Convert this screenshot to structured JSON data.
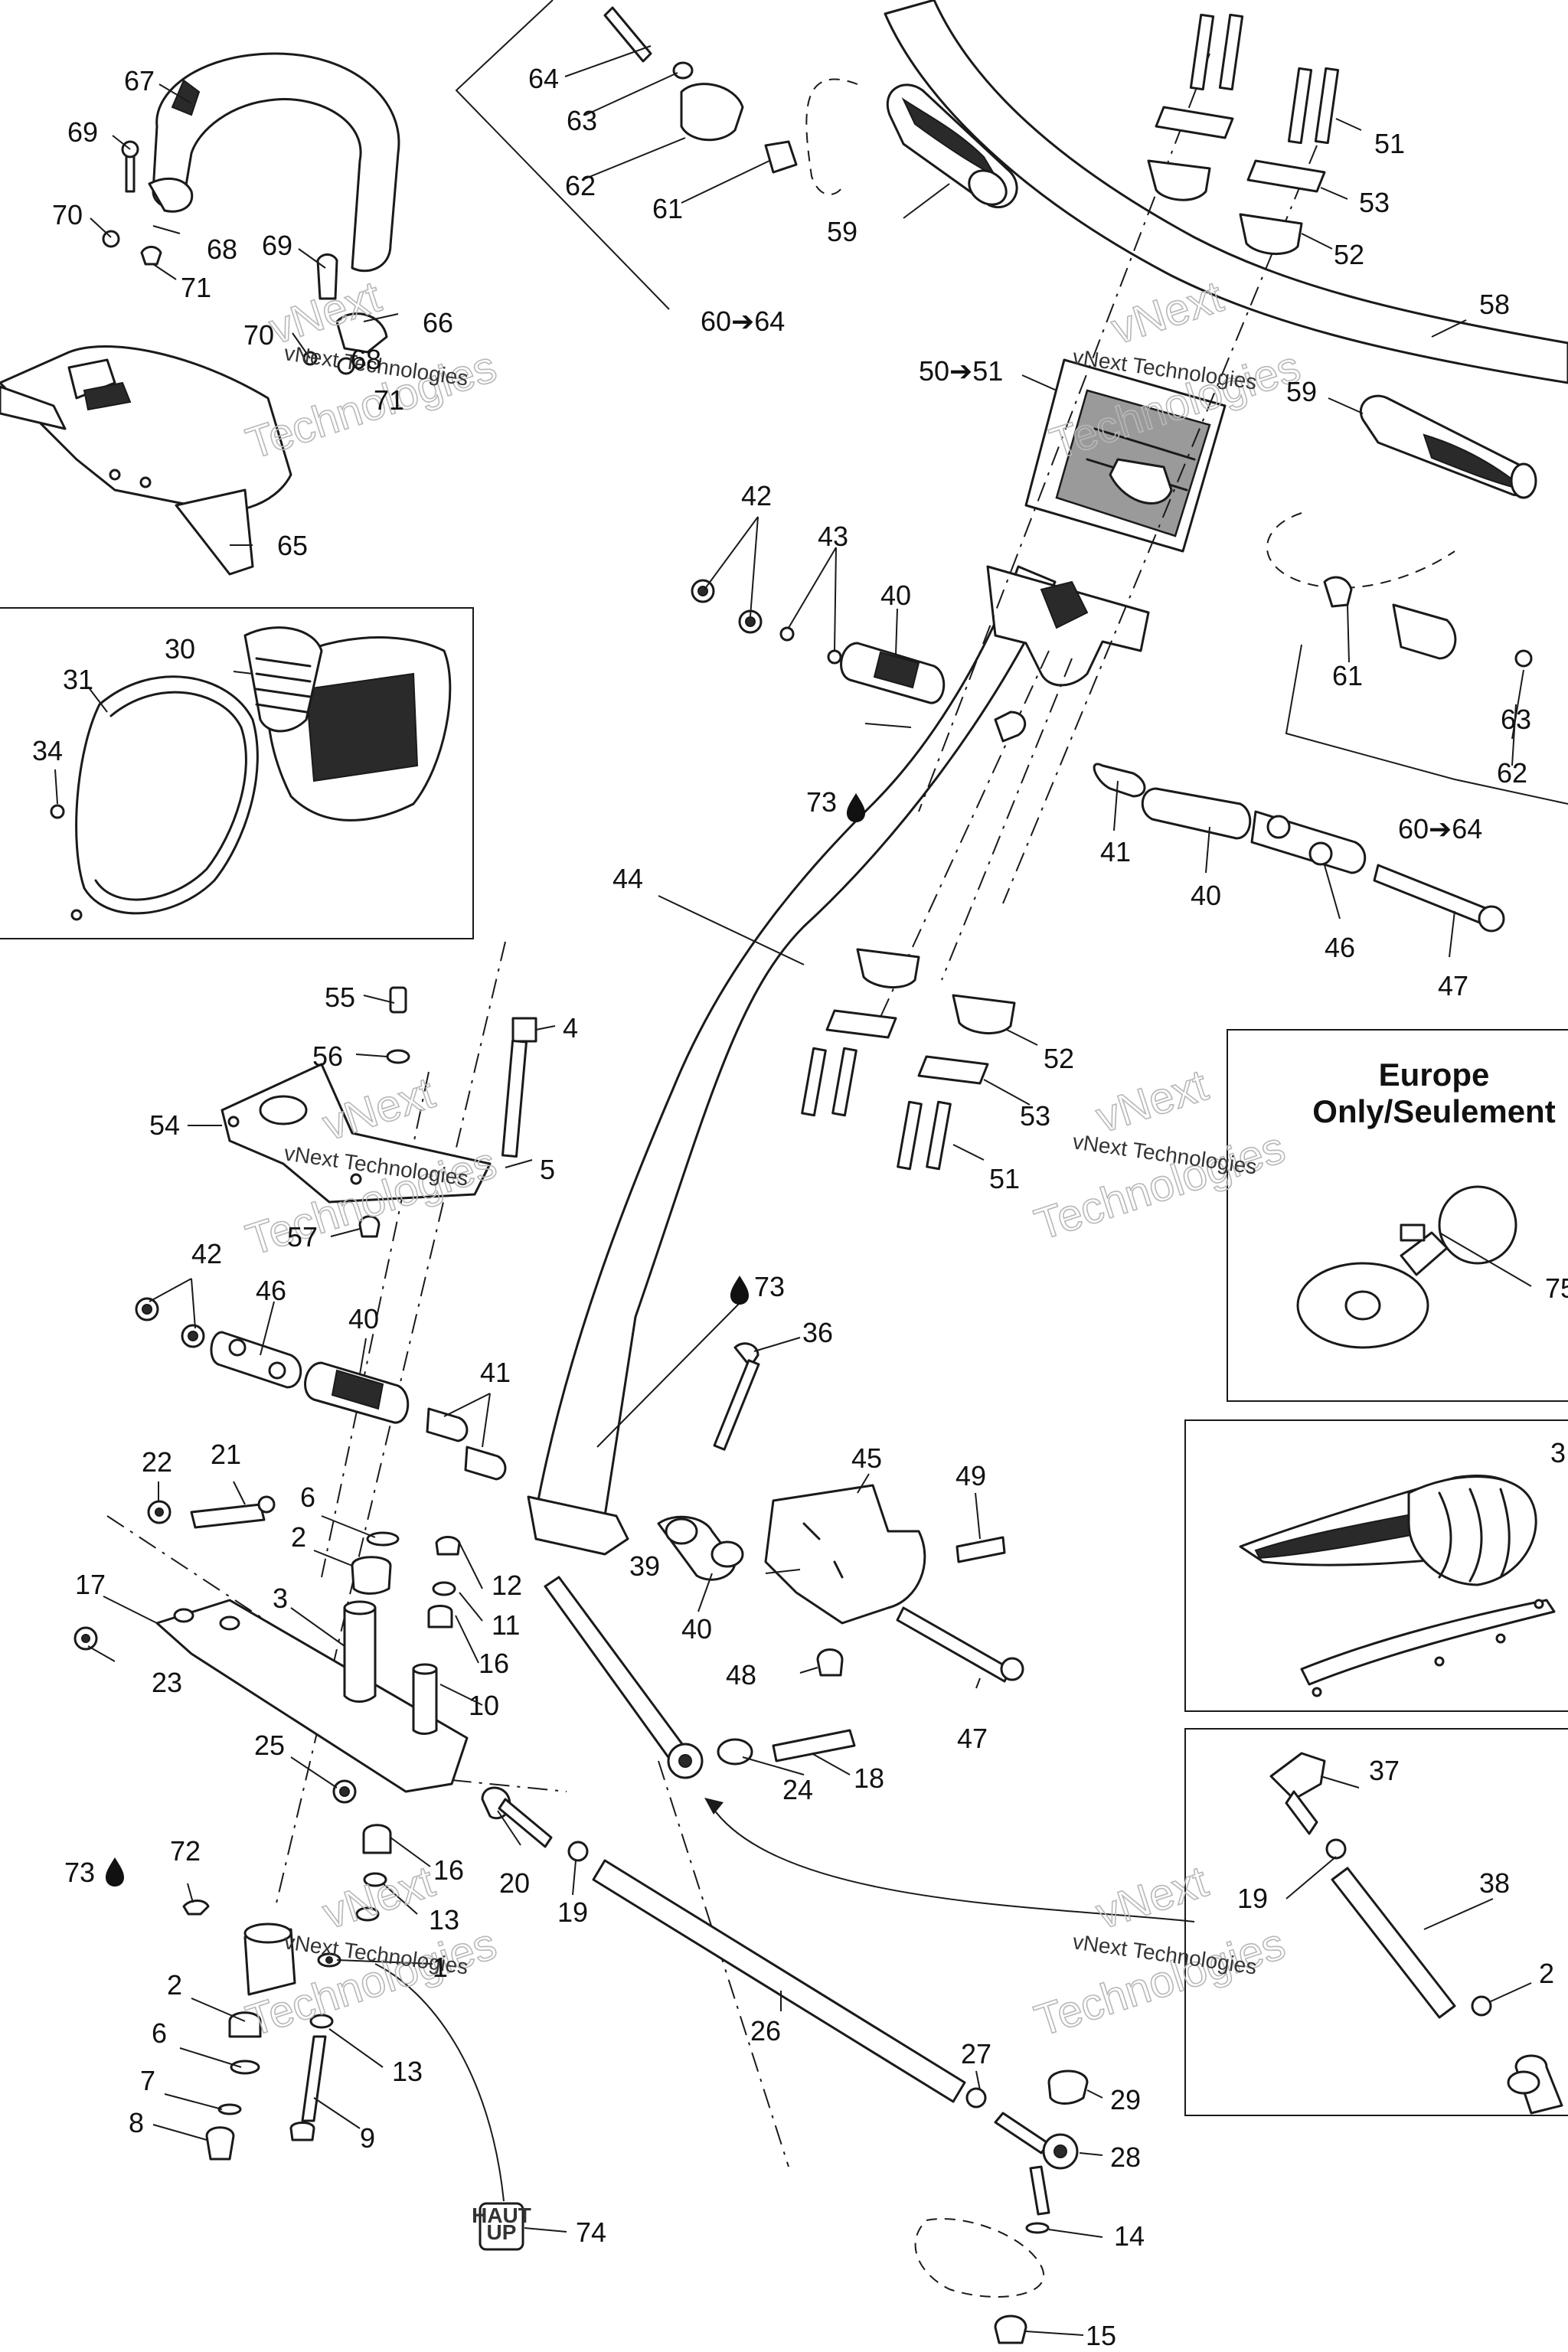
{
  "callouts": {
    "c67": "67",
    "c69a": "69",
    "c70a": "70",
    "c68a": "68",
    "c71a": "71",
    "c69b": "69",
    "c70b": "70",
    "c66": "66",
    "c68b": "68",
    "c71b": "71",
    "c65": "65",
    "c64": "64",
    "c63a": "63",
    "c62a": "62",
    "c61a": "61",
    "c59a": "59",
    "c60_64a": "60➔64",
    "c51a": "51",
    "c53a": "53",
    "c52a": "52",
    "c58": "58",
    "c50_51": "50➔51",
    "c59b": "59",
    "c61b": "61",
    "c63b": "63",
    "c62b": "62",
    "c60_64b": "60➔64",
    "c30": "30",
    "c31": "31",
    "c34": "34",
    "c42a": "42",
    "c43": "43",
    "c40a": "40",
    "c73a": "73",
    "c44": "44",
    "c41a": "41",
    "c40b": "40",
    "c46a": "46",
    "c47a": "47",
    "c52b": "52",
    "c53b": "53",
    "c51b": "51",
    "c55": "55",
    "c4": "4",
    "c56": "56",
    "c54": "54",
    "c5": "5",
    "c57": "57",
    "c42b": "42",
    "c46b": "46",
    "c40c": "40",
    "c41b": "41",
    "c73b": "73",
    "c36": "36",
    "c22": "22",
    "c21": "21",
    "c6a": "6",
    "c2a": "2",
    "c17": "17",
    "c3": "3",
    "c12": "12",
    "c11": "11",
    "c16a": "16",
    "c10": "10",
    "c23": "23",
    "c45": "45",
    "c49": "49",
    "c39": "39",
    "c40d": "40",
    "c48": "48",
    "c47b": "47",
    "c25": "25",
    "c24": "24",
    "c18": "18",
    "c16b": "16",
    "c20": "20",
    "c19a": "19",
    "c13a": "13",
    "c72": "72",
    "c73c": "73",
    "c1": "1",
    "c2b": "2",
    "c6b": "6",
    "c7": "7",
    "c8": "8",
    "c13b": "13",
    "c9": "9",
    "c26": "26",
    "c27": "27",
    "c29": "29",
    "c28": "28",
    "c14": "14",
    "c15": "15",
    "c74": "74",
    "c75": "75",
    "c3x": "3",
    "c37": "37",
    "c19b": "19",
    "c38": "38",
    "c2x": "2"
  },
  "inset": {
    "europe_line1": "Europe",
    "europe_line2": "Only/Seulement"
  },
  "label_74": {
    "line1": "HAUT",
    "line2": "UP"
  },
  "watermark": {
    "brand_line1": "vNext",
    "brand_line2": "Technologies",
    "brand_inline": "vNext Technologies"
  },
  "icons": {
    "grease": "grease-drop-icon",
    "arrow": "right-arrow-glyph"
  }
}
